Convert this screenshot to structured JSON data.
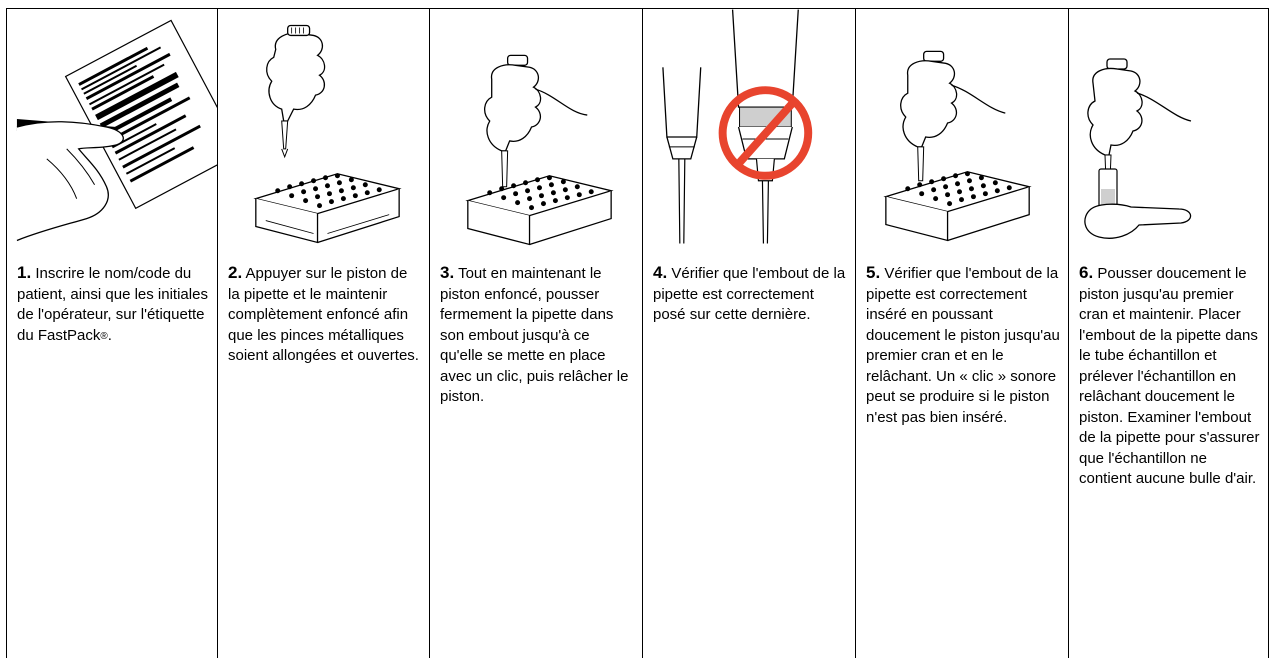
{
  "steps": [
    {
      "number": "1.",
      "text": "Inscrire le nom/code du patient, ainsi que les initiales de l'opérateur, sur l'étiquette du FastPack",
      "suffix": "®",
      "tail": ".",
      "illustration": "hand-writing-label-icon"
    },
    {
      "number": "2.",
      "text": "Appuyer sur le piston de la pipette et le maintenir complètement enfoncé afin que les pinces métalliques soient allongées et ouvertes.",
      "illustration": "hand-pressing-pipette-icon"
    },
    {
      "number": "3.",
      "text": "Tout en maintenant le piston enfoncé, pousser fermement la pipette dans son embout jusqu'à ce qu'elle se mette en place avec un clic, puis relâcher le piston.",
      "illustration": "pipette-into-tip-rack-icon"
    },
    {
      "number": "4.",
      "text": "Vérifier que l'embout de la pipette est correctement posé sur cette dernière.",
      "illustration": "tip-fit-check-icon"
    },
    {
      "number": "5.",
      "text": "Vérifier que l'embout de la pipette est correctement inséré en poussant doucement le piston jusqu'au premier cran et en le relâchant. Un « clic » sonore peut se produire si le piston n'est pas bien inséré.",
      "illustration": "pipette-tip-release-icon"
    },
    {
      "number": "6.",
      "text": "Pousser doucement le piston jusqu'au premier cran et maintenir. Placer l'embout de la pipette dans le tube échantillon et prélever l'échantillon en relâchant doucement le piston. Examiner l'embout de la pipette pour s'assurer que l'échantillon ne contient aucune bulle d'air.",
      "illustration": "pipette-in-sample-tube-icon"
    }
  ],
  "colors": {
    "line": "#000000",
    "prohibit": "#e8442e",
    "tip_band": "#cfcfcf"
  }
}
